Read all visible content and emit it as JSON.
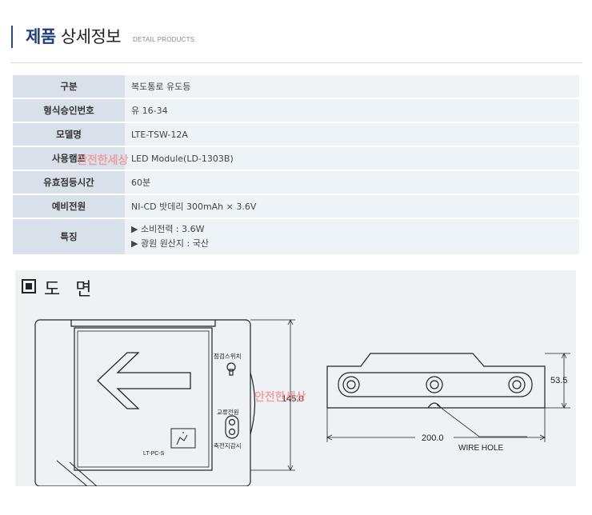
{
  "header": {
    "title_strong": "제품",
    "title_rest": "상세정보",
    "subtitle": "DETAIL PRODUCTS"
  },
  "spec": [
    {
      "key": "구분",
      "value": "복도통로 유도등"
    },
    {
      "key": "형식승인번호",
      "value": "유 16-34"
    },
    {
      "key": "모델명",
      "value": "LTE-TSW-12A"
    },
    {
      "key": "사용램프",
      "value": "LED Module(LD-1303B)"
    },
    {
      "key": "유효점등시간",
      "value": "60분"
    },
    {
      "key": "예비전원",
      "value": "NI-CD  밧데리 300mAh × 3.6V"
    },
    {
      "key": "특징",
      "features": [
        "▶ 소비전력 : 3.6W",
        "▶ 광원 원산지 : 국산"
      ]
    }
  ],
  "watermark": "안전한세상",
  "drawing": {
    "heading": "도 면",
    "labels": {
      "test_switch": "점검스위치",
      "ac_power": "교류전원",
      "charge_monitor": "축전지감시",
      "model_tag": "LT-PC-S",
      "dim_height_front": "145.0",
      "dim_height_side": "53.5",
      "dim_width_side": "200.0",
      "wire_hole": "WIRE HOLE"
    }
  },
  "colors": {
    "title_accent": "#1f3f82",
    "key_cell": "#d8e1ea",
    "value_cell": "#eef3f8",
    "watermark": "#f08a8a"
  }
}
